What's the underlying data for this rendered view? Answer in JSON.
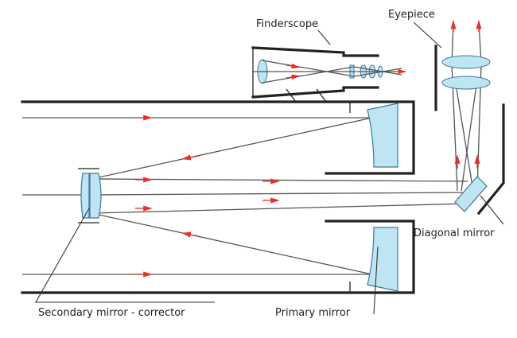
{
  "diagram": {
    "labels": {
      "finderscope": "Finderscope",
      "eyepiece": "Eyepiece",
      "diagonal_mirror": "Diagonal mirror",
      "secondary_mirror": "Secondary mirror - corrector",
      "primary_mirror": "Primary mirror"
    },
    "colors": {
      "outline": "#222222",
      "ray": "#555555",
      "ray_arrow": "#e8302a",
      "optic_fill": "#bfe4f2",
      "optic_stroke": "#3b7a9c",
      "background": "#ffffff"
    }
  }
}
